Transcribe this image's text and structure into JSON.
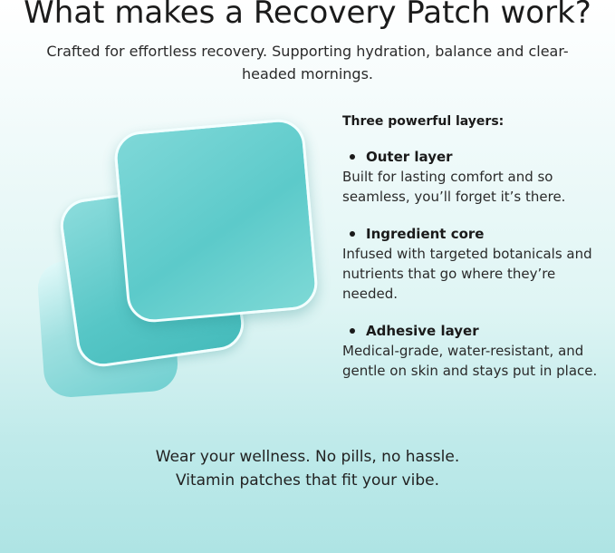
{
  "header": {
    "title": "What makes a Recovery Patch work?",
    "subtitle": "Crafted for effortless recovery. Supporting hydration, balance and clear-headed mornings."
  },
  "layers": {
    "heading": "Three powerful layers:",
    "items": [
      {
        "name": "Outer layer",
        "description": "Built for lasting comfort and so seamless, you’ll forget it’s there."
      },
      {
        "name": "Ingredient core",
        "description": "Infused with targeted botanicals and nutrients that go where they’re needed."
      },
      {
        "name": "Adhesive layer",
        "description": "Medical-grade, water-resistant, and gentle on skin and stays put in place."
      }
    ]
  },
  "footer": {
    "line1": "Wear your wellness. No pills, no hassle.",
    "line2": "Vitamin patches that fit your vibe."
  },
  "colors": {
    "accent": "#5ccaca",
    "background_bottom": "#aee4e4"
  }
}
